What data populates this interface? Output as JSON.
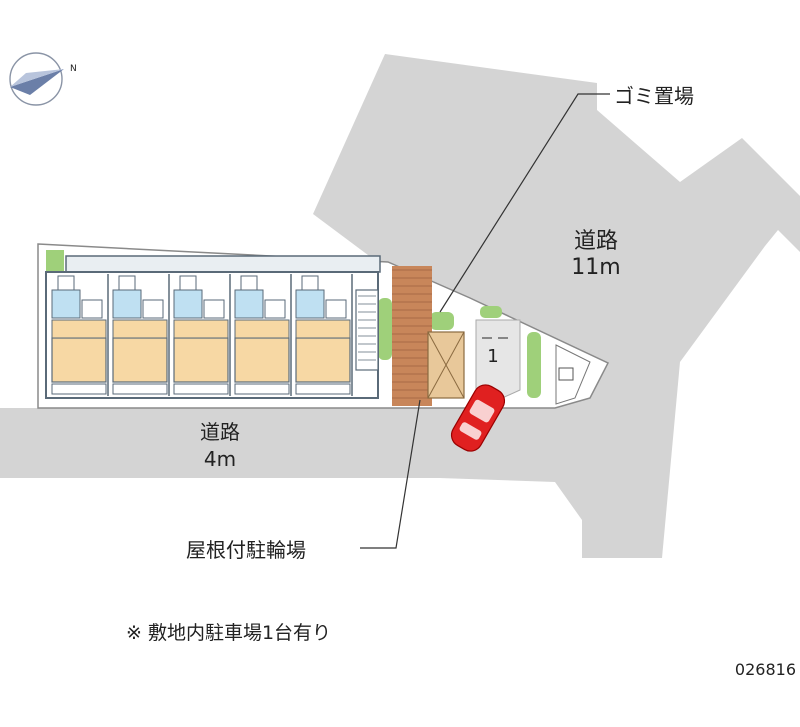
{
  "labels": {
    "garbage": "ゴミ置場",
    "road_main_name": "道路",
    "road_main_width": "11m",
    "road_front_name": "道路",
    "road_front_width": "4m",
    "bike_parking": "屋根付駐輪場",
    "parking_space_number": "1",
    "parking_note": "※ 敷地内駐車場1台有り",
    "property_code": "026816"
  },
  "compass": {
    "north_letter": "N"
  },
  "colors": {
    "road": "#d4d4d4",
    "site_outline": "#8a8a8a",
    "room_floor": "#f7d8a4",
    "bath_blue": "#bfe0f2",
    "building_wall": "#5a6a78",
    "brick": "#c8865a",
    "greenery": "#9fd07a",
    "parking_pad": "#e6e6e6",
    "car_red": "#e02020",
    "bike_roof": "#e8c89a"
  },
  "units": [
    {
      "id": "unit-1"
    },
    {
      "id": "unit-2"
    },
    {
      "id": "unit-3"
    },
    {
      "id": "unit-4"
    },
    {
      "id": "unit-5"
    }
  ]
}
